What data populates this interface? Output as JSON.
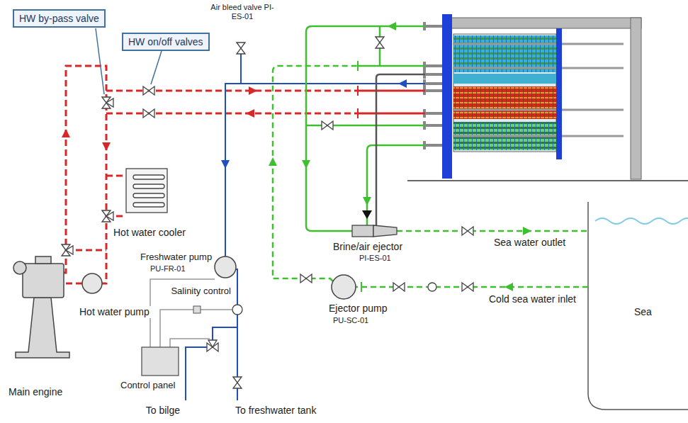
{
  "diagram": {
    "nodes": [
      {
        "text": [
          "HW by-pass valve"
        ]
      },
      {
        "text": [
          "HW on/off valves"
        ]
      }
    ],
    "labels": [
      "Air bleed valve PI-ES-01",
      "Hot water cooler",
      "Freshwater pump",
      "PU-FR-01",
      "Salinity control",
      "Control panel",
      "Main engine",
      "Hot water pump",
      "To bilge",
      "To freshwater tank",
      "Brine/air ejector",
      "PI-ES-01",
      "Sea water outlet",
      "Ejector pump",
      "PU-SC-01",
      "Cold sea water inlet",
      "Sea"
    ]
  }
}
